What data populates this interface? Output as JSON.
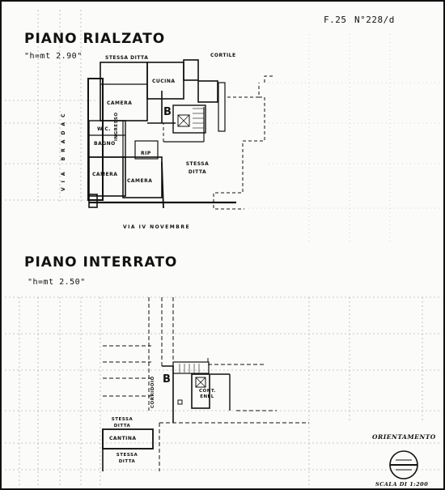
{
  "header": {
    "sheet_ref": "F.25",
    "document_no": "N°228/d"
  },
  "ground_floor": {
    "title": "PIANO RIALZATO",
    "height_note": "\"h=mt 2.90\"",
    "rooms": {
      "stessa_ditta_top": "STESSA DITTA",
      "cortile": "CORTILE",
      "cucina": "CUCINA",
      "camera_1": "CAMERA",
      "wc": "W.C.",
      "bagno": "BAGNO",
      "ingresso": "INGRESSO",
      "rip": "RIP",
      "camera_2": "CAMERA",
      "camera_3": "CAMERA",
      "stessa_ditta_right": "STESSA DITTA",
      "stair_mark": "B"
    },
    "streets": {
      "via_bradac": "VIA  BRADAC",
      "via_iv_novembre": "VIA  IV  NOVEMBRE"
    }
  },
  "basement": {
    "title": "PIANO INTERRATO",
    "height_note": "\"h=mt 2.50\"",
    "rooms": {
      "corridoio": "CORRIDOIO",
      "cont_enel": "CONT. ENEL",
      "stessa_ditta_a": "STESSA DITTA",
      "cantina": "CANTINA",
      "stessa_ditta_b": "STESSA DITTA",
      "stair_mark": "B"
    }
  },
  "legend": {
    "orientation": "ORIENTAMENTO",
    "scale": "SCALA DI 1:200"
  }
}
